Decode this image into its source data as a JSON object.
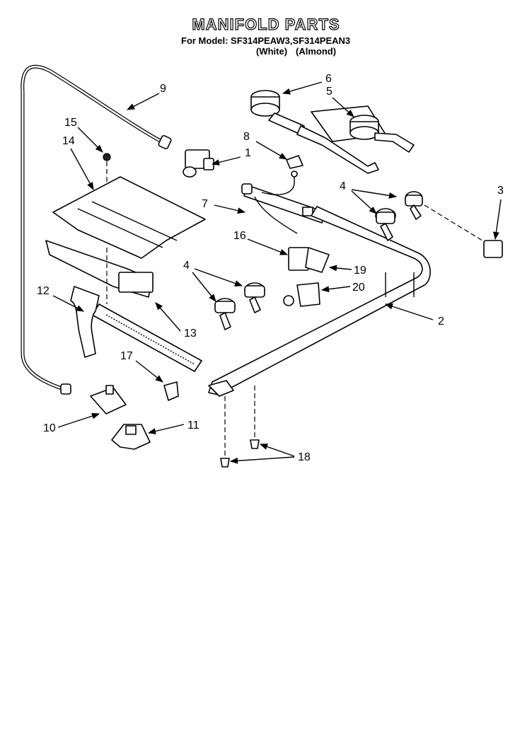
{
  "header": {
    "title": "MANIFOLD PARTS",
    "model_line": "For Model: SF314PEAW3,SF314PEAN3",
    "color_white": "(White)",
    "color_almond": "(Almond)"
  },
  "callouts": [
    "1",
    "2",
    "3",
    "4",
    "4",
    "5",
    "6",
    "7",
    "8",
    "9",
    "10",
    "11",
    "12",
    "13",
    "14",
    "15",
    "16",
    "17",
    "18",
    "19",
    "20"
  ]
}
